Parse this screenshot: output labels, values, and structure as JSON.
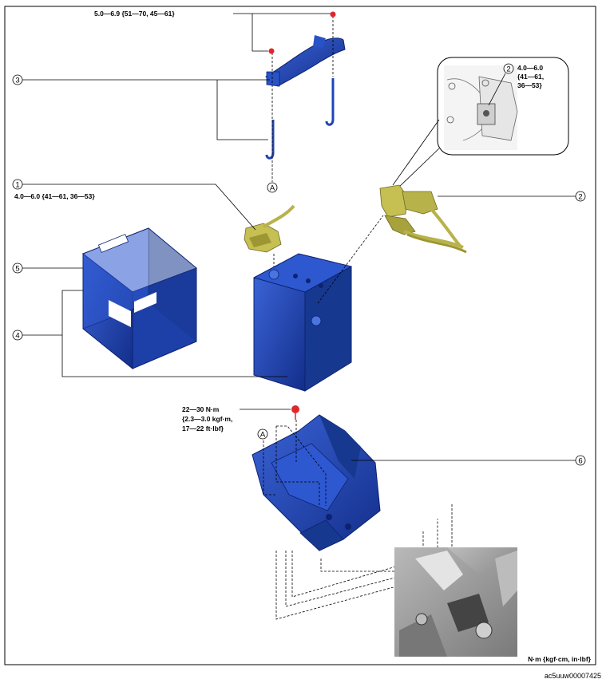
{
  "callouts": [
    "1",
    "2",
    "3",
    "4",
    "5",
    "6"
  ],
  "inset_callout": "2",
  "ref_marker": "A",
  "torques": {
    "holder_bar": "5.0—6.9 {51—70, 45—61}",
    "terminal_neg": "4.0—6.0 {41—61, 36—53}",
    "inset_line1": "4.0—6.0",
    "inset_line2": "{41—61,",
    "inset_line3": "36—53}",
    "tray_line1": "22—30 N·m",
    "tray_line2": "{2.3—3.0 kgf·m,",
    "tray_line3": "17—22 ft·lbf}"
  },
  "units_legend": "N·m {kgf·cm, in·lbf}",
  "figure_code": "ac5uuw00007425",
  "colors": {
    "part_blue": "#1f44b8",
    "harness": "#b8b24a",
    "torque_dot": "#e0262c"
  }
}
